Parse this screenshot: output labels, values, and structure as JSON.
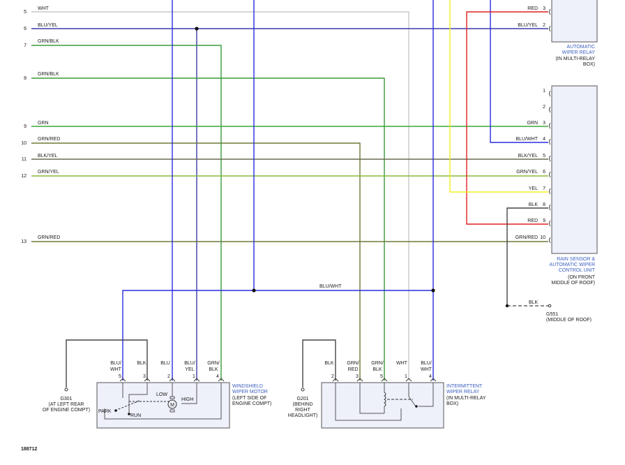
{
  "diagram": {
    "left_rows": [
      {
        "row": "5",
        "wire": "WHT"
      },
      {
        "row": "6",
        "wire": "BLU/YEL"
      },
      {
        "row": "7",
        "wire": "GRN/BLK"
      },
      {
        "row": "8",
        "wire": "GRN/BLK"
      },
      {
        "row": "9",
        "wire": "GRN"
      },
      {
        "row": "10",
        "wire": "GRN/RED"
      },
      {
        "row": "11",
        "wire": "BLK/YEL"
      },
      {
        "row": "12",
        "wire": "GRN/YEL"
      },
      {
        "row": "13",
        "wire": "GRN/RED"
      }
    ],
    "auto_relay": {
      "pins": [
        {
          "pin": "3",
          "wire": "RED"
        },
        {
          "pin": "2",
          "wire": "BLU/YEL"
        }
      ],
      "name": "AUTOMATIC",
      "name2": "WIPER RELAY",
      "loc": "(IN MULTI-RELAY",
      "loc2": "BOX)"
    },
    "rain_sensor": {
      "pins": [
        {
          "pin": "1",
          "wire": ""
        },
        {
          "pin": "2",
          "wire": ""
        },
        {
          "pin": "3",
          "wire": "GRN"
        },
        {
          "pin": "4",
          "wire": "BLU/WHT"
        },
        {
          "pin": "5",
          "wire": "BLK/YEL"
        },
        {
          "pin": "6",
          "wire": "GRN/YEL"
        },
        {
          "pin": "7",
          "wire": "YEL"
        },
        {
          "pin": "8",
          "wire": "BLK"
        },
        {
          "pin": "9",
          "wire": "RED"
        },
        {
          "pin": "10",
          "wire": "GRN/RED"
        }
      ],
      "name": "RAIN SENSOR &",
      "name2": "AUTOMATIC WIPER",
      "name3": "CONTROL UNIT",
      "loc": "(ON FRONT",
      "loc2": "MIDDLE OF ROOF)"
    },
    "g551": {
      "wire": "BLK",
      "name": "G551",
      "loc": "(MIDDLE OF ROOF)"
    },
    "bus_label": "BLU/WHT",
    "motor": {
      "pins": [
        {
          "pin": "5",
          "l1": "BLU/",
          "l2": "WHT"
        },
        {
          "pin": "3",
          "l1": "",
          "l2": "BLK"
        },
        {
          "pin": "2",
          "l1": "",
          "l2": "BLU"
        },
        {
          "pin": "1",
          "l1": "BLU/",
          "l2": "YEL"
        },
        {
          "pin": "4",
          "l1": "GRN/",
          "l2": "BLK"
        }
      ],
      "name": "WINDSHIELD",
      "name2": "WIPER MOTOR",
      "loc": "(LEFT SIDE OF",
      "loc2": "ENGINE COMPT)",
      "low": "LOW",
      "high": "HIGH",
      "park": "PARK",
      "run": "RUN",
      "m": "M"
    },
    "int_relay": {
      "pins": [
        {
          "pin": "2",
          "l1": "",
          "l2": "BLK"
        },
        {
          "pin": "3",
          "l1": "GRN/",
          "l2": "RED"
        },
        {
          "pin": "5",
          "l1": "GRN/",
          "l2": "BLK"
        },
        {
          "pin": "1",
          "l1": "",
          "l2": "WHT"
        },
        {
          "pin": "4",
          "l1": "BLU/",
          "l2": "WHT"
        }
      ],
      "name": "INTERMITTENT",
      "name2": "WIPER RELAY",
      "loc": "(IN MULTI-RELAY",
      "loc2": "BOX)"
    },
    "g301": {
      "name": "G301",
      "l2": "(AT LEFT REAR",
      "l3": "OF ENGINE COMPT)"
    },
    "g201": {
      "name": "G201",
      "l2": "(BEHIND",
      "l3": "RIGHT",
      "l4": "HEADLIGHT)"
    },
    "figure_id": "188712"
  },
  "colors": {
    "white_wire": "#c8c8c8",
    "blue": "#2a2ae0",
    "bluyel": "#3a3aa8",
    "green": "#3aa83a",
    "grnblk": "#3a9a3a",
    "grnred": "#6a7a3a",
    "blkyel": "#6a6a50",
    "grnyel": "#8ab83a",
    "red": "#e02020",
    "yellow": "#f0f020",
    "black": "#444444"
  }
}
